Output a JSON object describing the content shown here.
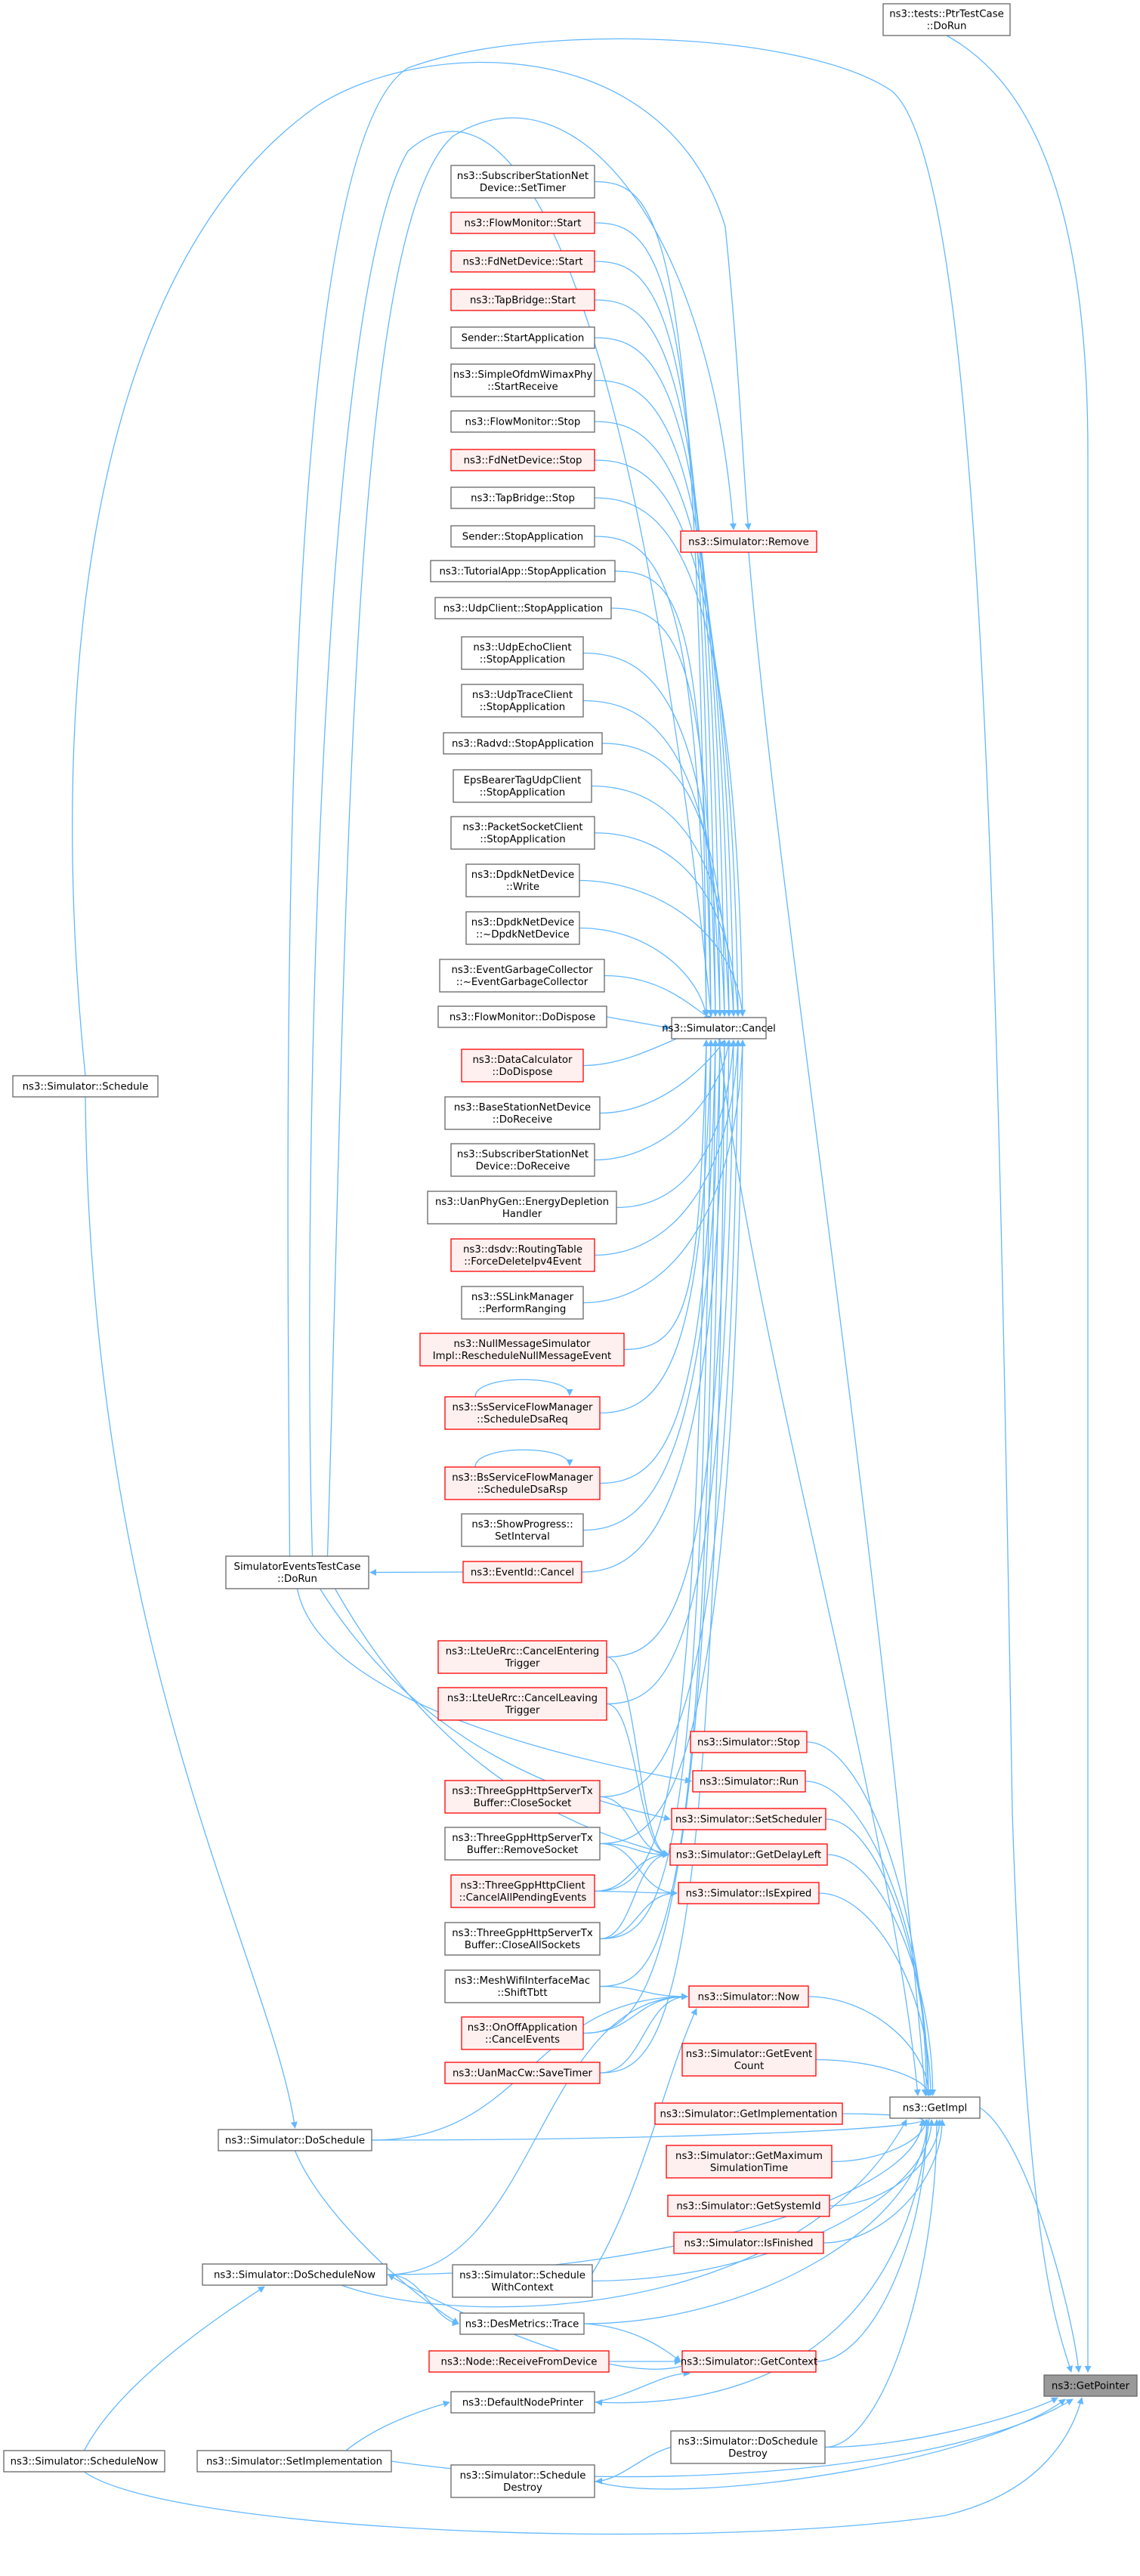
{
  "colors": {
    "edge": "#63b8ff",
    "normal_border": "#666666",
    "normal_fill": "#ffffff",
    "truncated_border": "#ff0000",
    "truncated_fill": "#fff0f0",
    "focus_border": "#666666",
    "focus_fill": "#999999"
  },
  "nodes": [
    {
      "id": "getpointer",
      "lines": [
        "ns3::GetPointer"
      ],
      "style": "focus"
    },
    {
      "id": "ptrtest",
      "lines": [
        "ns3::tests::PtrTestCase",
        "::DoRun"
      ],
      "style": "normal"
    },
    {
      "id": "getimpl",
      "lines": [
        "ns3::GetImpl"
      ],
      "style": "normal"
    },
    {
      "id": "cancel",
      "lines": [
        "ns3::Simulator::Cancel"
      ],
      "style": "normal"
    },
    {
      "id": "remove",
      "lines": [
        "ns3::Simulator::Remove"
      ],
      "style": "trunc"
    },
    {
      "id": "schedule",
      "lines": [
        "ns3::Simulator::Schedule"
      ],
      "style": "normal"
    },
    {
      "id": "simevents",
      "lines": [
        "SimulatorEventsTestCase",
        "::DoRun"
      ],
      "style": "normal"
    },
    {
      "id": "doschedule",
      "lines": [
        "ns3::Simulator::DoSchedule"
      ],
      "style": "normal"
    },
    {
      "id": "doschednow",
      "lines": [
        "ns3::Simulator::DoScheduleNow"
      ],
      "style": "normal"
    },
    {
      "id": "schednow",
      "lines": [
        "ns3::Simulator::ScheduleNow"
      ],
      "style": "normal"
    },
    {
      "id": "setimpl",
      "lines": [
        "ns3::Simulator::SetImplementation"
      ],
      "style": "normal"
    },
    {
      "id": "s1",
      "lines": [
        "ns3::SubscriberStationNet",
        "Device::SetTimer"
      ],
      "style": "normal"
    },
    {
      "id": "s2",
      "lines": [
        "ns3::FlowMonitor::Start"
      ],
      "style": "trunc"
    },
    {
      "id": "s3",
      "lines": [
        "ns3::FdNetDevice::Start"
      ],
      "style": "trunc"
    },
    {
      "id": "s4",
      "lines": [
        "ns3::TapBridge::Start"
      ],
      "style": "trunc"
    },
    {
      "id": "s5",
      "lines": [
        "Sender::StartApplication"
      ],
      "style": "normal"
    },
    {
      "id": "s6",
      "lines": [
        "ns3::SimpleOfdmWimaxPhy",
        "::StartReceive"
      ],
      "style": "normal"
    },
    {
      "id": "s7",
      "lines": [
        "ns3::FlowMonitor::Stop"
      ],
      "style": "normal"
    },
    {
      "id": "s8",
      "lines": [
        "ns3::FdNetDevice::Stop"
      ],
      "style": "trunc"
    },
    {
      "id": "s9",
      "lines": [
        "ns3::TapBridge::Stop"
      ],
      "style": "normal"
    },
    {
      "id": "s10",
      "lines": [
        "Sender::StopApplication"
      ],
      "style": "normal"
    },
    {
      "id": "s11",
      "lines": [
        "ns3::TutorialApp::StopApplication"
      ],
      "style": "normal"
    },
    {
      "id": "s12",
      "lines": [
        "ns3::UdpClient::StopApplication"
      ],
      "style": "normal"
    },
    {
      "id": "s13",
      "lines": [
        "ns3::UdpEchoClient",
        "::StopApplication"
      ],
      "style": "normal"
    },
    {
      "id": "s14",
      "lines": [
        "ns3::UdpTraceClient",
        "::StopApplication"
      ],
      "style": "normal"
    },
    {
      "id": "s15",
      "lines": [
        "ns3::Radvd::StopApplication"
      ],
      "style": "normal"
    },
    {
      "id": "s16",
      "lines": [
        "EpsBearerTagUdpClient",
        "::StopApplication"
      ],
      "style": "normal"
    },
    {
      "id": "s17",
      "lines": [
        "ns3::PacketSocketClient",
        "::StopApplication"
      ],
      "style": "normal"
    },
    {
      "id": "s18",
      "lines": [
        "ns3::DpdkNetDevice",
        "::Write"
      ],
      "style": "normal"
    },
    {
      "id": "s19",
      "lines": [
        "ns3::DpdkNetDevice",
        "::~DpdkNetDevice"
      ],
      "style": "normal"
    },
    {
      "id": "s20",
      "lines": [
        "ns3::EventGarbageCollector",
        "::~EventGarbageCollector"
      ],
      "style": "normal"
    },
    {
      "id": "s21",
      "lines": [
        "ns3::FlowMonitor::DoDispose"
      ],
      "style": "normal"
    },
    {
      "id": "s22",
      "lines": [
        "ns3::DataCalculator",
        "::DoDispose"
      ],
      "style": "trunc"
    },
    {
      "id": "s23",
      "lines": [
        "ns3::BaseStationNetDevice",
        "::DoReceive"
      ],
      "style": "normal"
    },
    {
      "id": "s24",
      "lines": [
        "ns3::SubscriberStationNet",
        "Device::DoReceive"
      ],
      "style": "normal"
    },
    {
      "id": "s25",
      "lines": [
        "ns3::UanPhyGen::EnergyDepletion",
        "Handler"
      ],
      "style": "normal"
    },
    {
      "id": "s26",
      "lines": [
        "ns3::dsdv::RoutingTable",
        "::ForceDeleteIpv4Event"
      ],
      "style": "trunc"
    },
    {
      "id": "s27",
      "lines": [
        "ns3::SSLinkManager",
        "::PerformRanging"
      ],
      "style": "normal"
    },
    {
      "id": "s28",
      "lines": [
        "ns3::NullMessageSimulator",
        "Impl::RescheduleNullMessageEvent"
      ],
      "style": "trunc"
    },
    {
      "id": "s29",
      "lines": [
        "ns3::SsServiceFlowManager",
        "::ScheduleDsaReq"
      ],
      "style": "trunc"
    },
    {
      "id": "s30",
      "lines": [
        "ns3::BsServiceFlowManager",
        "::ScheduleDsaRsp"
      ],
      "style": "trunc"
    },
    {
      "id": "s31",
      "lines": [
        "ns3::ShowProgress::",
        "SetInterval"
      ],
      "style": "normal"
    },
    {
      "id": "evcancel",
      "lines": [
        "ns3::EventId::Cancel"
      ],
      "style": "trunc"
    },
    {
      "id": "lte1",
      "lines": [
        "ns3::LteUeRrc::CancelEntering",
        "Trigger"
      ],
      "style": "trunc"
    },
    {
      "id": "lte2",
      "lines": [
        "ns3::LteUeRrc::CancelLeaving",
        "Trigger"
      ],
      "style": "trunc"
    },
    {
      "id": "tg1",
      "lines": [
        "ns3::ThreeGppHttpServerTx",
        "Buffer::CloseSocket"
      ],
      "style": "trunc"
    },
    {
      "id": "tg2",
      "lines": [
        "ns3::ThreeGppHttpServerTx",
        "Buffer::RemoveSocket"
      ],
      "style": "normal"
    },
    {
      "id": "tg3",
      "lines": [
        "ns3::ThreeGppHttpClient",
        "::CancelAllPendingEvents"
      ],
      "style": "trunc"
    },
    {
      "id": "tg4",
      "lines": [
        "ns3::ThreeGppHttpServerTx",
        "Buffer::CloseAllSockets"
      ],
      "style": "normal"
    },
    {
      "id": "mesh",
      "lines": [
        "ns3::MeshWifiInterfaceMac",
        "::ShiftTbtt"
      ],
      "style": "normal"
    },
    {
      "id": "onoff",
      "lines": [
        "ns3::OnOffApplication",
        "::CancelEvents"
      ],
      "style": "trunc"
    },
    {
      "id": "uan",
      "lines": [
        "ns3::UanMacCw::SaveTimer"
      ],
      "style": "trunc"
    },
    {
      "id": "stop",
      "lines": [
        "ns3::Simulator::Stop"
      ],
      "style": "trunc"
    },
    {
      "id": "run",
      "lines": [
        "ns3::Simulator::Run"
      ],
      "style": "trunc"
    },
    {
      "id": "setsched",
      "lines": [
        "ns3::Simulator::SetScheduler"
      ],
      "style": "trunc"
    },
    {
      "id": "getdelay",
      "lines": [
        "ns3::Simulator::GetDelayLeft"
      ],
      "style": "trunc"
    },
    {
      "id": "isexpired",
      "lines": [
        "ns3::Simulator::IsExpired"
      ],
      "style": "trunc"
    },
    {
      "id": "now",
      "lines": [
        "ns3::Simulator::Now"
      ],
      "style": "trunc"
    },
    {
      "id": "getevcount",
      "lines": [
        "ns3::Simulator::GetEvent",
        "Count"
      ],
      "style": "trunc"
    },
    {
      "id": "getimplem",
      "lines": [
        "ns3::Simulator::GetImplementation"
      ],
      "style": "trunc"
    },
    {
      "id": "getmax",
      "lines": [
        "ns3::Simulator::GetMaximum",
        "SimulationTime"
      ],
      "style": "trunc"
    },
    {
      "id": "getsys",
      "lines": [
        "ns3::Simulator::GetSystemId"
      ],
      "style": "trunc"
    },
    {
      "id": "isfin",
      "lines": [
        "ns3::Simulator::IsFinished"
      ],
      "style": "trunc"
    },
    {
      "id": "schedctx",
      "lines": [
        "ns3::Simulator::Schedule",
        "WithContext"
      ],
      "style": "normal"
    },
    {
      "id": "des",
      "lines": [
        "ns3::DesMetrics::Trace"
      ],
      "style": "normal"
    },
    {
      "id": "recvdev",
      "lines": [
        "ns3::Node::ReceiveFromDevice"
      ],
      "style": "trunc"
    },
    {
      "id": "getctx",
      "lines": [
        "ns3::Simulator::GetContext"
      ],
      "style": "trunc"
    },
    {
      "id": "defprinter",
      "lines": [
        "ns3::DefaultNodePrinter"
      ],
      "style": "normal"
    },
    {
      "id": "dosd",
      "lines": [
        "ns3::Simulator::DoSchedule",
        "Destroy"
      ],
      "style": "normal"
    },
    {
      "id": "schd",
      "lines": [
        "ns3::Simulator::Schedule",
        "Destroy"
      ],
      "style": "normal"
    }
  ]
}
